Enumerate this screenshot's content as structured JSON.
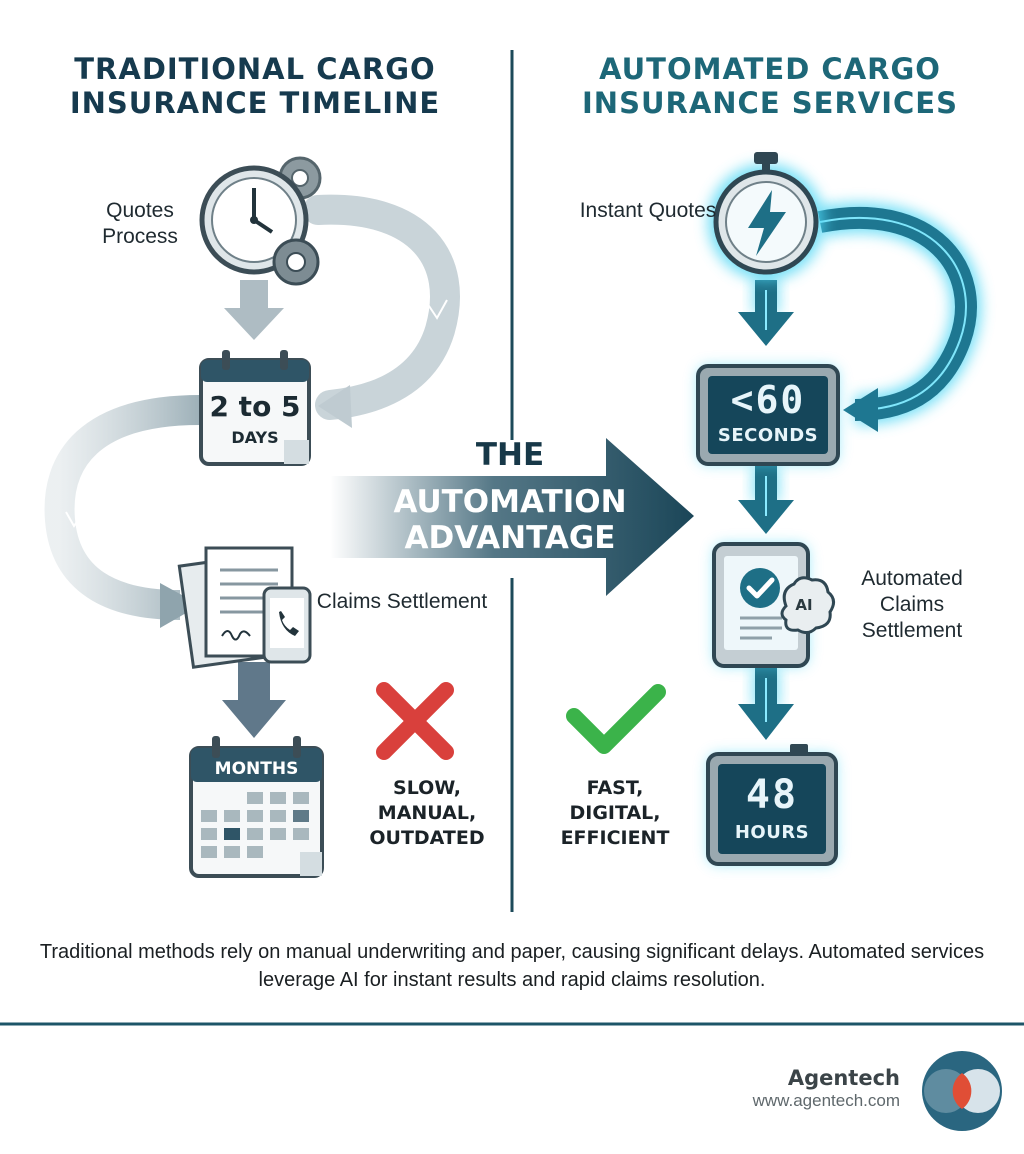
{
  "header": {
    "left_title": "TRADITIONAL CARGO INSURANCE TIMELINE",
    "right_title": "AUTOMATED CARGO INSURANCE SERVICES"
  },
  "traditional": {
    "step1_label": "Quotes Process",
    "calendar_main": "2 to 5",
    "calendar_sub": "DAYS",
    "step2_label": "Claims Settlement",
    "months_label": "MONTHS",
    "verdict": "SLOW, MANUAL, OUTDATED"
  },
  "automated": {
    "step1_label": "Instant Quotes",
    "timer_main": "<60",
    "timer_sub": "SECONDS",
    "step2_label": "Automated Claims Settlement",
    "ai_badge": "AI",
    "hours_main": "48",
    "hours_sub": "HOURS",
    "verdict": "FAST, DIGITAL, EFFICIENT"
  },
  "center_arrow": {
    "line1": "THE",
    "line2": "AUTOMATION ADVANTAGE"
  },
  "caption": "Traditional methods rely on manual underwriting and paper, causing significant delays. Automated services leverage AI for instant results and rapid claims resolution.",
  "footer": {
    "brand_name": "Agentech",
    "brand_url": "www.agentech.com"
  },
  "colors": {
    "navy": "#163a4e",
    "teal": "#1d6778",
    "glow": "#3fd4f2",
    "cross": "#d9403c",
    "check": "#3bb34a"
  }
}
